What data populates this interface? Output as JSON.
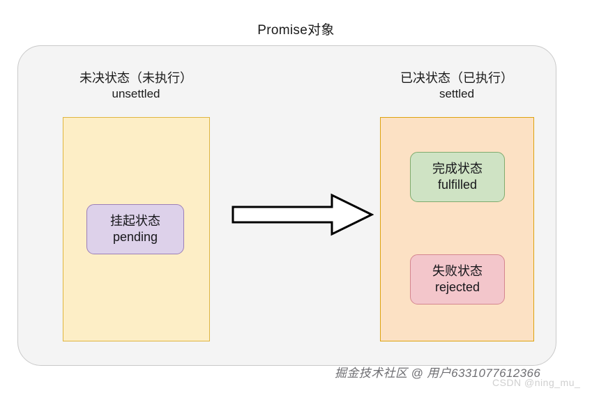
{
  "diagram": {
    "title": "Promise对象",
    "groups": [
      {
        "id": "unsettled",
        "heading_zh": "未决状态（未执行）",
        "heading_en": "unsettled",
        "fill_color": "#fdeec6",
        "border_color": "#dfb53f",
        "states": [
          {
            "id": "pending",
            "label_zh": "挂起状态",
            "label_en": "pending",
            "fill_color": "#ddd1ea",
            "border_color": "#9b7fb8"
          }
        ]
      },
      {
        "id": "settled",
        "heading_zh": "已决状态（已执行）",
        "heading_en": "settled",
        "fill_color": "#fce1c4",
        "border_color": "#dda20e",
        "states": [
          {
            "id": "fulfilled",
            "label_zh": "完成状态",
            "label_en": "fulfilled",
            "fill_color": "#cfe3c4",
            "border_color": "#7fab6d"
          },
          {
            "id": "rejected",
            "label_zh": "失败状态",
            "label_en": "rejected",
            "fill_color": "#f3c6cb",
            "border_color": "#d4858f"
          }
        ]
      }
    ],
    "arrow": {
      "name": "right-arrow-icon",
      "direction": "right",
      "stroke_color": "#000000",
      "fill_color": "#ffffff"
    },
    "container": {
      "fill_color": "#f4f4f4",
      "border_color": "#c9c9c9"
    }
  },
  "watermarks": {
    "primary": "掘金技术社区 @ 用户6331077612366",
    "secondary": "CSDN @ning_mu_"
  }
}
